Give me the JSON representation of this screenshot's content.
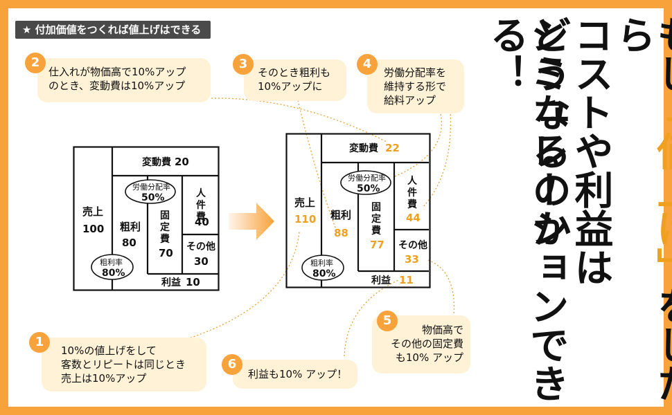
{
  "header_tag": "★ 付加価値をつくれば値上げはできる",
  "title_columns": [
    "もし「値上げ」をしたら",
    "コストや利益は",
    "どうなるのか",
    "シミュレーションできる！"
  ],
  "title_parts": {
    "col1_pre": "もし",
    "col1_highlight": "「値上げ」",
    "col1_post": "をしたら"
  },
  "colors": {
    "frame": "#f7a23a",
    "bubble": "#fff2d6",
    "accent_number": "#f0a020",
    "dark": "#111111",
    "tag_bg": "#4a4a4a"
  },
  "callouts": [
    {
      "num": "1",
      "lines": [
        "10%の値上げをして",
        "客数とリピートは同じとき",
        "売上は10%アップ"
      ]
    },
    {
      "num": "2",
      "lines": [
        "仕入れが物価高で10%アップ",
        "のとき、変動費は10%アップ"
      ]
    },
    {
      "num": "3",
      "lines": [
        "そのとき粗利も",
        "10%アップに"
      ]
    },
    {
      "num": "4",
      "lines": [
        "労働分配率を",
        "維持する形で",
        "給料アップ"
      ]
    },
    {
      "num": "5",
      "lines": [
        "物価高で",
        "その他の固定費",
        "も10% アップ"
      ]
    },
    {
      "num": "6",
      "lines": [
        "利益も10% アップ！"
      ]
    }
  ],
  "before": {
    "sales_label": "売上",
    "sales_value": "100",
    "variable_label": "変動費",
    "variable_value": "20",
    "gross_label": "粗利",
    "gross_value": "80",
    "gross_ratio_label": "粗利率",
    "gross_ratio_value": "80%",
    "labor_ratio_label": "労働分配率",
    "labor_ratio_value": "50%",
    "fixed_label": "固定費",
    "fixed_value": "70",
    "personnel_label": "人件費",
    "personnel_value": "40",
    "other_label": "その他",
    "other_value": "30",
    "profit_label": "利益",
    "profit_value": "10"
  },
  "after": {
    "sales_label": "売上",
    "sales_value": "110",
    "variable_label": "変動費",
    "variable_value": "22",
    "gross_label": "粗利",
    "gross_value": "88",
    "gross_ratio_label": "粗利率",
    "gross_ratio_value": "80%",
    "labor_ratio_label": "労働分配率",
    "labor_ratio_value": "50%",
    "fixed_label": "固定費",
    "fixed_value": "77",
    "personnel_label": "人件費",
    "personnel_value": "44",
    "other_label": "その他",
    "other_value": "33",
    "profit_label": "利益",
    "profit_value": "11"
  }
}
